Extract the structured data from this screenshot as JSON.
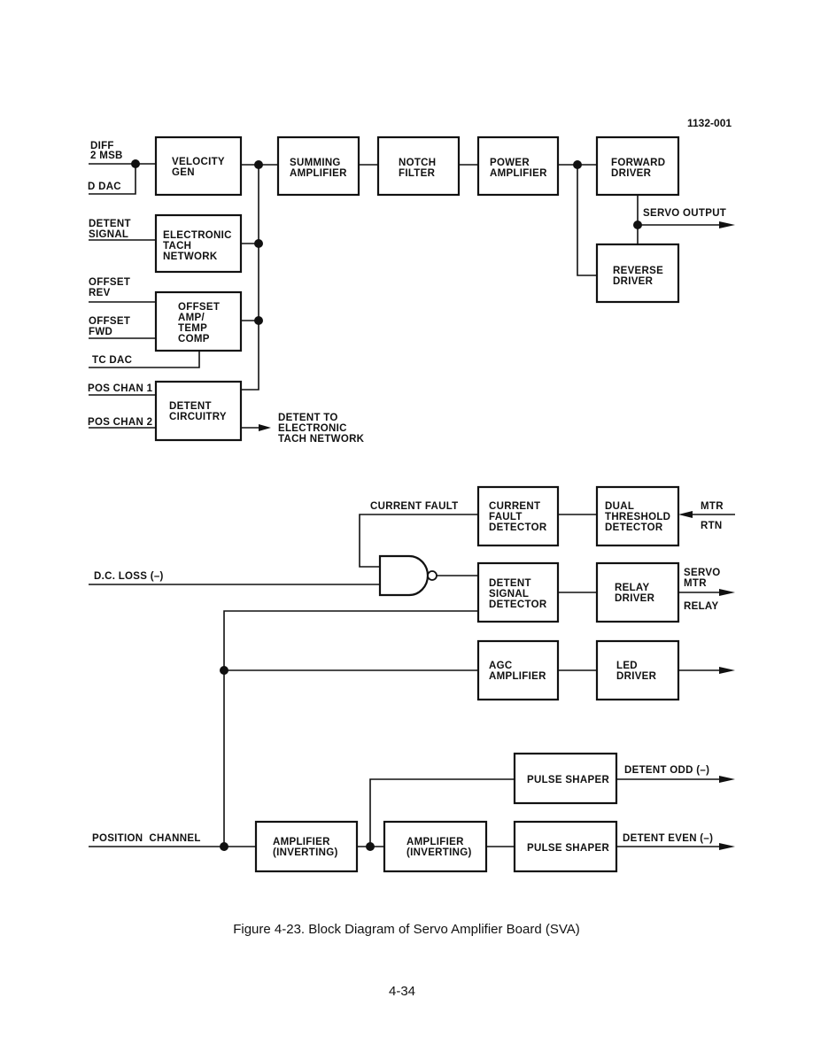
{
  "doc_id": "1132-001",
  "caption": "Figure 4-23. Block Diagram of Servo Amplifier Board (SVA)",
  "page_number": "4-34",
  "blocks": {
    "velocity_gen": [
      "VELOCITY",
      "GEN"
    ],
    "summing_amplifier": [
      "SUMMING",
      "AMPLIFIER"
    ],
    "notch_filter": [
      "NOTCH",
      "FILTER"
    ],
    "power_amplifier": [
      "POWER",
      "AMPLIFIER"
    ],
    "forward_driver": [
      "FORWARD",
      "DRIVER"
    ],
    "reverse_driver": [
      "REVERSE",
      "DRIVER"
    ],
    "electronic_tach": [
      "ELECTRONIC",
      "TACH",
      "NETWORK"
    ],
    "offset_amp": [
      "OFFSET",
      "AMP/",
      "TEMP",
      "COMP"
    ],
    "detent_circuitry": [
      "DETENT",
      "CIRCUITRY"
    ],
    "current_fault_detector": [
      "CURRENT",
      "FAULT",
      "DETECTOR"
    ],
    "dual_threshold_detector": [
      "DUAL",
      "THRESHOLD",
      "DETECTOR"
    ],
    "detent_signal_detector": [
      "DETENT",
      "SIGNAL",
      "DETECTOR"
    ],
    "relay_driver": [
      "RELAY",
      "DRIVER"
    ],
    "agc_amplifier": [
      "AGC",
      "AMPLIFIER"
    ],
    "led_driver": [
      "LED",
      "DRIVER"
    ],
    "pulse_shaper_1": [
      "PULSE SHAPER"
    ],
    "pulse_shaper_2": [
      "PULSE SHAPER"
    ],
    "amplifier_inv_1": [
      "AMPLIFIER",
      "(INVERTING)"
    ],
    "amplifier_inv_2": [
      "AMPLIFIER",
      "(INVERTING)"
    ]
  },
  "signals": {
    "diff_2msb": [
      "DIFF",
      "2 MSB"
    ],
    "d_dac": [
      "D DAC"
    ],
    "detent_signal": [
      "DETENT",
      "SIGNAL"
    ],
    "offset_rev": [
      "OFFSET",
      "REV"
    ],
    "offset_fwd": [
      "OFFSET",
      "FWD"
    ],
    "tc_dac": [
      "TC DAC"
    ],
    "pos_chan_1": [
      "POS CHAN 1"
    ],
    "pos_chan_2": [
      "POS CHAN 2"
    ],
    "detent_to_tach": [
      "DETENT TO",
      "ELECTRONIC",
      "TACH NETWORK"
    ],
    "servo_output": [
      "SERVO OUTPUT"
    ],
    "current_fault": [
      "CURRENT FAULT"
    ],
    "mtr": [
      "MTR"
    ],
    "rtn": [
      "RTN"
    ],
    "dc_loss": [
      "D.C. LOSS (–)"
    ],
    "servo_mtr": [
      "SERVO",
      "MTR"
    ],
    "relay": [
      "RELAY"
    ],
    "detent_odd": [
      "DETENT ODD (–)"
    ],
    "detent_even": [
      "DETENT EVEN (–)"
    ],
    "position_channel": [
      "POSITION  CHANNEL"
    ]
  }
}
